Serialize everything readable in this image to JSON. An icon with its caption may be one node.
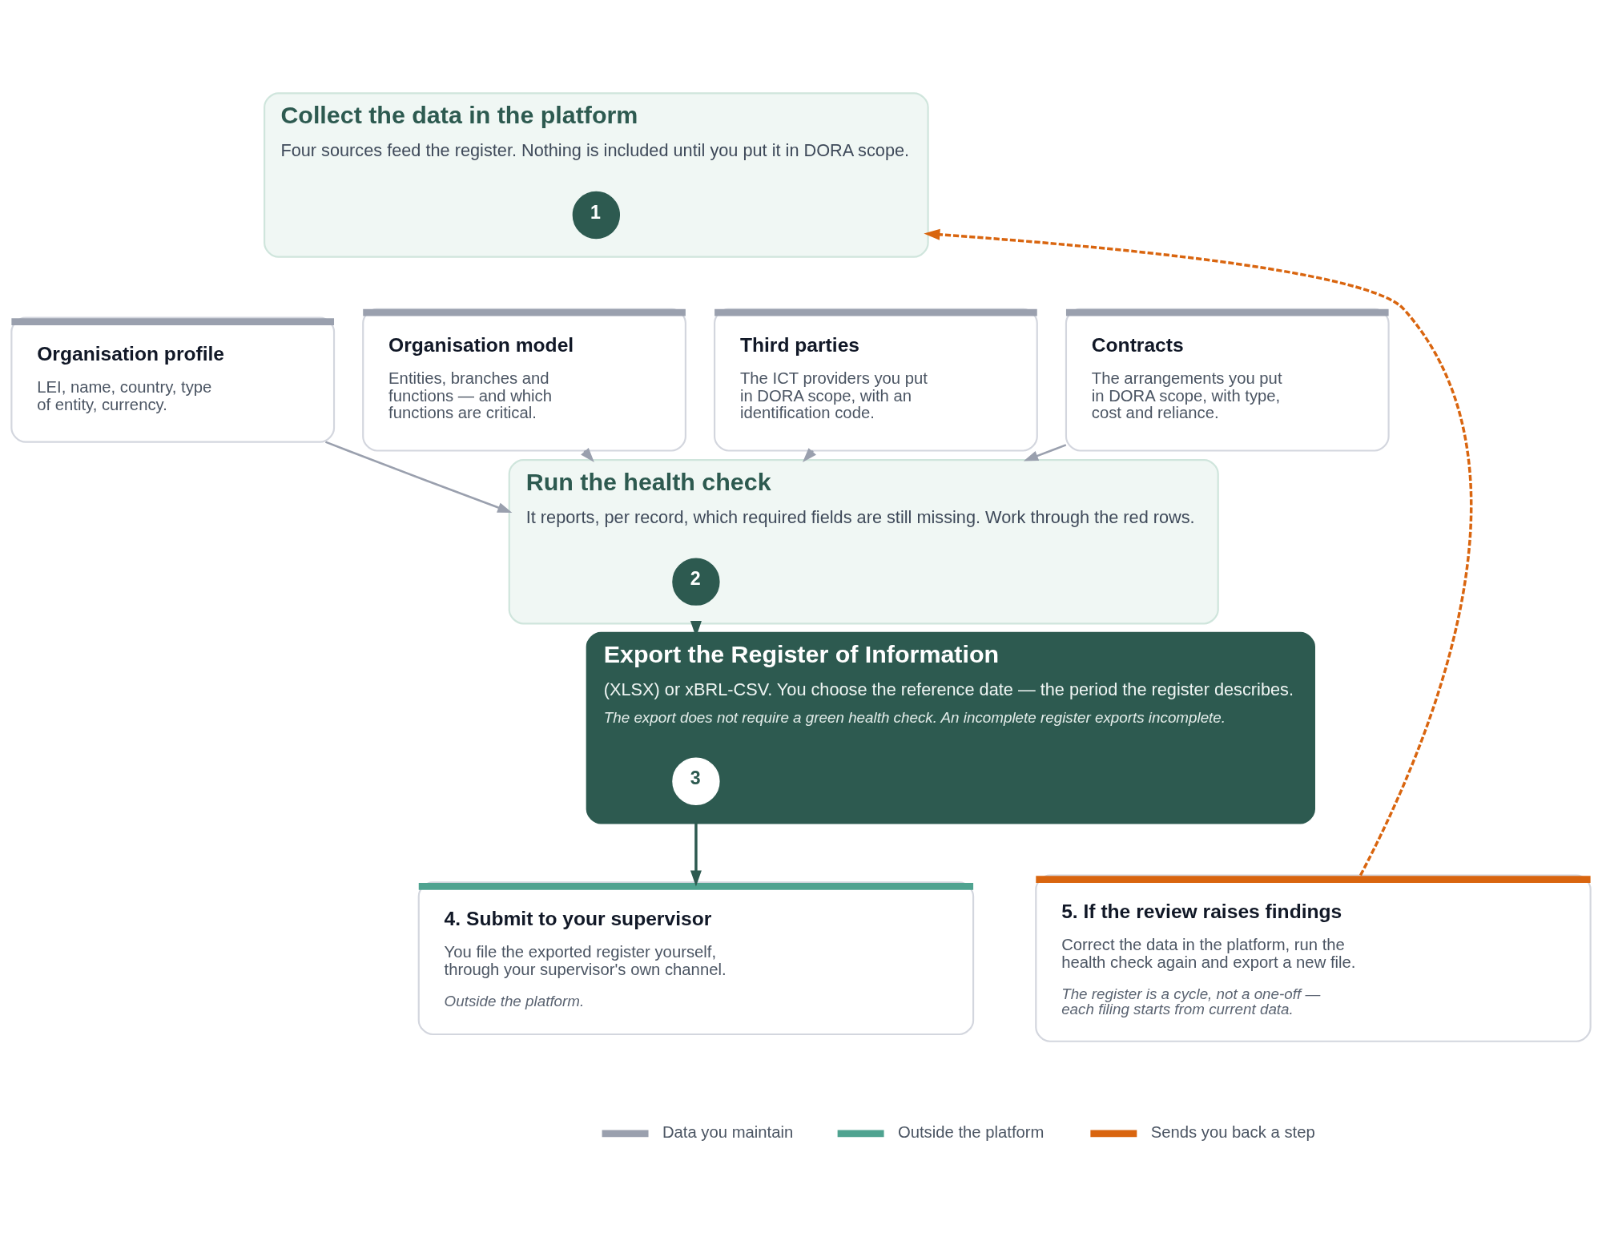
{
  "diagram": {
    "nodes": [
      {
        "text": [
          "Collect the data in the platform",
          "Four sources feed the register. Nothing is included until you put it in DORA scope."
        ]
      },
      {
        "text": [
          "1"
        ],
        "in": 0
      },
      {
        "text": [
          "Organisation profile",
          "LEI, name, country, type of entity, currency."
        ]
      },
      {
        "text": [
          "Organisation model",
          "Entities, branches and functions — and which functions are critical."
        ]
      },
      {
        "text": [
          "Third parties",
          "The ICT providers you put in DORA scope, with an identification code."
        ]
      },
      {
        "text": [
          "Contracts",
          "The arrangements you put in DORA scope, with type, cost and reliance."
        ]
      },
      {
        "text": [
          "Run the health check",
          "It reports, per record, which required fields are still missing. Work through the red rows."
        ]
      },
      {
        "text": [
          "2"
        ],
        "in": 6
      },
      {
        "text": [
          "Export the Register of Information",
          "(XLSX) or xBRL-CSV. You choose the reference date — the period the register describes.",
          "The export does not require a green health check. An incomplete register exports incomplete."
        ]
      },
      {
        "text": [
          "3"
        ],
        "in": 8
      },
      {
        "text": [
          "4. Submit to your supervisor",
          "You file the exported register yourself, through your supervisor's own channel.",
          "Outside the platform."
        ]
      },
      {
        "text": [
          "5. If the review raises findings",
          "Correct the data in the platform, run the health check again and export a new file.",
          "The register is a cycle, not a one-off — each filing starts from current data."
        ]
      }
    ],
    "edges": [
      {
        "from": 2,
        "to": 6,
        "arrow": "to"
      },
      {
        "from": 3,
        "to": 6,
        "arrow": "to"
      },
      {
        "from": 4,
        "to": 6,
        "arrow": "to"
      },
      {
        "from": 5,
        "to": 6,
        "arrow": "to"
      },
      {
        "from": 6,
        "to": 8,
        "arrow": "to",
        "color": "#2d5a50"
      },
      {
        "from": 8,
        "to": 10,
        "arrow": "to",
        "color": "#2d5a50"
      },
      {
        "from": 11,
        "to": 0,
        "arrow": "to",
        "style": "dashed",
        "color": "#d9650f"
      }
    ],
    "legend": [
      {
        "text": "Data you maintain",
        "color": "#9aa0ae"
      },
      {
        "text": "Outside the platform",
        "color": "#4fa390"
      },
      {
        "text": "Sends you back a step",
        "color": "#d9650f"
      }
    ]
  }
}
